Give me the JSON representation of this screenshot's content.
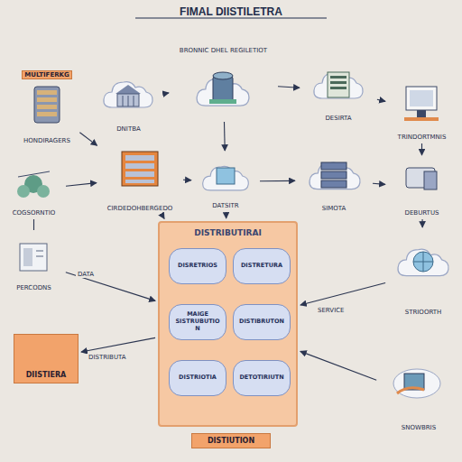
{
  "diagram": {
    "title": "FIMAL DIISTILETRA",
    "caption": "DISTIUTION",
    "nodes": [
      {
        "text": [
          "MULTIFERKG",
          "HONDIRAGERS"
        ]
      },
      {
        "text": [
          "BRONNIC DHEL REGILETIOT"
        ]
      },
      {
        "text": [
          "DNITBA"
        ]
      },
      {
        "text": [
          "DESIRTA"
        ]
      },
      {
        "text": [
          "TRINDORTMNIS"
        ]
      },
      {
        "text": [
          "COGSORNTIO"
        ]
      },
      {
        "text": [
          "CIRDEDOHBERGEDO"
        ]
      },
      {
        "text": [
          "DATSITR"
        ]
      },
      {
        "text": [
          "SIMOTA"
        ]
      },
      {
        "text": [
          "DEBURTUS"
        ]
      },
      {
        "text": [
          "PERCODNS"
        ]
      },
      {
        "text": [
          "DISTRIBUTIRAI"
        ]
      },
      {
        "text": [
          "DISRETRIOS"
        ],
        "in": 11
      },
      {
        "text": [
          "DISTRETURA"
        ],
        "in": 11
      },
      {
        "text": [
          "MAIGE SISTRUBUTION"
        ],
        "in": 11
      },
      {
        "text": [
          "DISTIBRUTON"
        ],
        "in": 11
      },
      {
        "text": [
          "DISTRIOTIA"
        ],
        "in": 11
      },
      {
        "text": [
          "DETOTIRIUTN"
        ],
        "in": 11
      },
      {
        "text": [
          "STRIOORTH"
        ]
      },
      {
        "text": [
          "DIISTIERA"
        ]
      },
      {
        "text": [
          "SNOWBRIS"
        ]
      }
    ],
    "edges": [
      {
        "from": 0,
        "to": 6,
        "arrow": "to"
      },
      {
        "from": 5,
        "to": 6,
        "arrow": "to"
      },
      {
        "from": 2,
        "to": 1,
        "arrow": "to"
      },
      {
        "from": 1,
        "to": 3,
        "arrow": "to"
      },
      {
        "from": 3,
        "to": 4,
        "arrow": "to"
      },
      {
        "from": 1,
        "to": 7,
        "arrow": "to"
      },
      {
        "from": 6,
        "to": 7,
        "arrow": "to"
      },
      {
        "from": 7,
        "to": 8,
        "arrow": "to"
      },
      {
        "from": 8,
        "to": 9,
        "arrow": "to"
      },
      {
        "from": 4,
        "to": 9,
        "arrow": "to"
      },
      {
        "from": 9,
        "to": 18,
        "arrow": "to"
      },
      {
        "from": 10,
        "to": 5,
        "arrow": "none"
      },
      {
        "from": 6,
        "to": 11,
        "arrow": "to"
      },
      {
        "from": 7,
        "to": 11,
        "arrow": "to"
      },
      {
        "from": 10,
        "to": 11,
        "arrow": "to"
      },
      {
        "from": 18,
        "to": 11,
        "arrow": "to"
      },
      {
        "from": 20,
        "to": 11,
        "arrow": "to"
      },
      {
        "from": 11,
        "to": 19,
        "arrow": "to"
      }
    ],
    "labels": [
      "DATA",
      "DISTRIBUTA",
      "SERVICE"
    ]
  }
}
